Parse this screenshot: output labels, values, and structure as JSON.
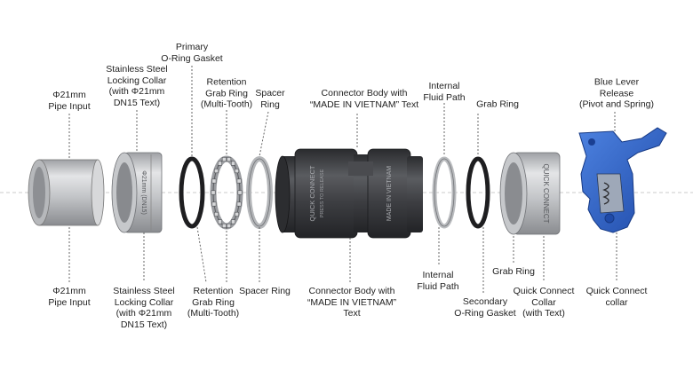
{
  "colors": {
    "metal": "#c9cacc",
    "metal_dark": "#8e9094",
    "body_black": "#3a3b3e",
    "oring": "#1e1e20",
    "lever_blue": "#2f63c8",
    "leader": "#555555"
  },
  "icons": [
    "pipe-icon",
    "collar-icon",
    "oring-icon",
    "grab-ring-icon",
    "spacer-ring-icon",
    "connector-body-icon",
    "quick-connect-collar-icon",
    "blue-lever-icon"
  ],
  "engravings": {
    "collar_left": "Φ21mm (DN15)",
    "body_left": "QUICK CONNECT",
    "body_left_sub": "PRESS TO RELEASE",
    "body_right": "MADE IN VIETNAM",
    "collar_right": "QUICK CONNECT"
  },
  "labels_top": [
    {
      "id": "pipe-input",
      "text": "Φ21mm\nPipe Input"
    },
    {
      "id": "locking-collar",
      "text": "Stainless Steel\nLocking Collar\n(with Φ21mm\nDN15 Text)"
    },
    {
      "id": "primary-oring",
      "text": "Primary\nO-Ring Gasket"
    },
    {
      "id": "retention-grab-ring",
      "text": "Retention\nGrab Ring\n(Multi-Tooth)"
    },
    {
      "id": "spacer-ring",
      "text": "Spacer\nRing"
    },
    {
      "id": "connector-body",
      "text": "Connector Body with\n“MADE IN VIETNAM” Text"
    },
    {
      "id": "internal-fluid-path",
      "text": "Internal\nFluid Path"
    },
    {
      "id": "grab-ring",
      "text": "Grab Ring"
    },
    {
      "id": "blue-lever",
      "text": "Blue Lever Release\n(Pivot and Spring)"
    }
  ],
  "labels_bottom": [
    {
      "id": "pipe-input",
      "text": "Φ21mm\nPipe Input"
    },
    {
      "id": "locking-collar",
      "text": "Stainless Steel\nLocking Collar\n(with Φ21mm\nDN15 Text)"
    },
    {
      "id": "retention-grab-ring",
      "text": "Retention\nGrab Ring\n(Multi-Tooth)"
    },
    {
      "id": "spacer-ring",
      "text": "Spacer Ring"
    },
    {
      "id": "connector-body",
      "text": "Connector Body with\n“MADE IN VIETNAM”\nText"
    },
    {
      "id": "internal-fluid-path",
      "text": "Internal\nFluid Path"
    },
    {
      "id": "secondary-oring",
      "text": "Secondary\nO-Ring Gasket"
    },
    {
      "id": "grab-ring",
      "text": "Grab Ring"
    },
    {
      "id": "quick-connect-collar-text",
      "text": "Quick Connect\nCollar\n(with Text)"
    },
    {
      "id": "quick-connect-collar",
      "text": "Quick Connect\ncollar"
    }
  ]
}
